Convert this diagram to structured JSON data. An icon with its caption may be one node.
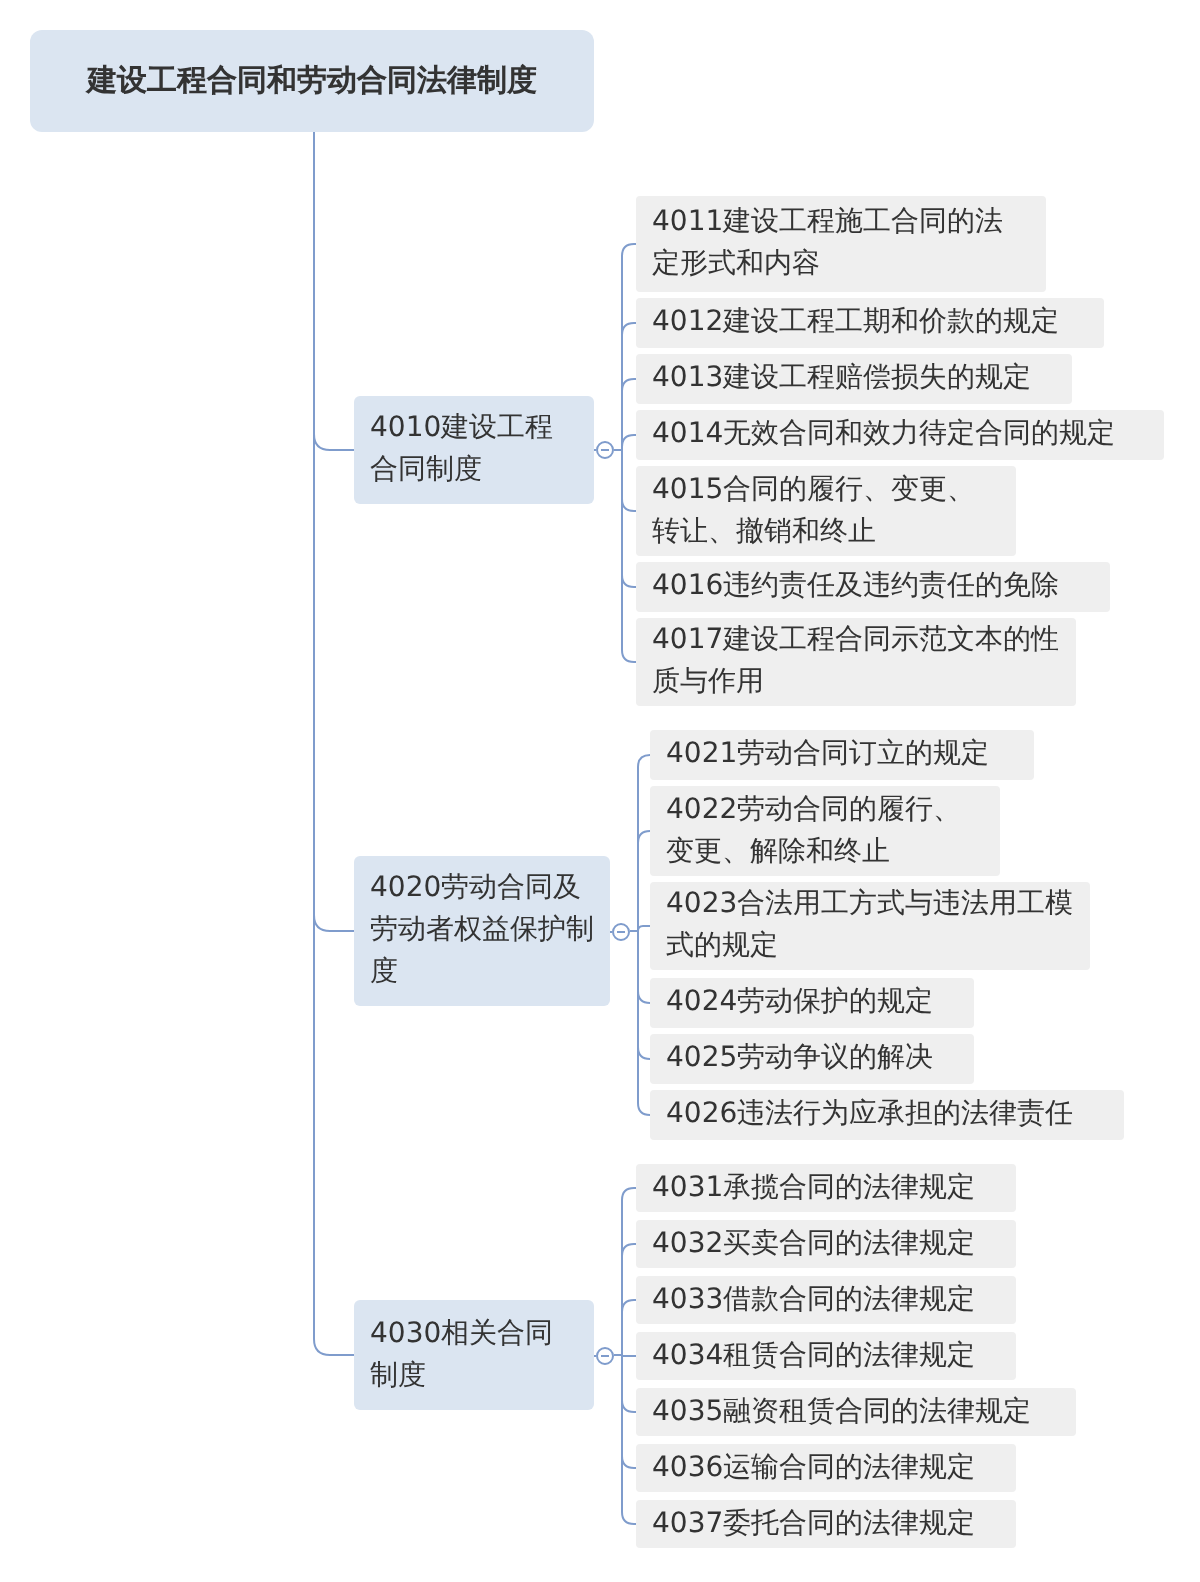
{
  "diagram": {
    "nodes": [
      {
        "text": [
          "建设工程合同和劳动合同法律制度"
        ]
      },
      {
        "text": [
          "4010建设工程合同制度"
        ]
      },
      {
        "text": [
          "4011建设工程施工合同的法定形式和内容"
        ]
      },
      {
        "text": [
          "4012建设工程工期和价款的规定"
        ]
      },
      {
        "text": [
          "4013建设工程赔偿损失的规定"
        ]
      },
      {
        "text": [
          "4014无效合同和效力待定合同的规定"
        ]
      },
      {
        "text": [
          "4015合同的履行、变更、转让、撤销和终止"
        ]
      },
      {
        "text": [
          "4016违约责任及违约责任的免除"
        ]
      },
      {
        "text": [
          "4017建设工程合同示范文本的性质与作用"
        ]
      },
      {
        "text": [
          "4020劳动合同及劳动者权益保护制度"
        ]
      },
      {
        "text": [
          "4021劳动合同订立的规定"
        ]
      },
      {
        "text": [
          "4022劳动合同的履行、变更、解除和终止"
        ]
      },
      {
        "text": [
          "4023合法用工方式与违法用工模式的规定"
        ]
      },
      {
        "text": [
          "4024劳动保护的规定"
        ]
      },
      {
        "text": [
          "4025劳动争议的解决"
        ]
      },
      {
        "text": [
          "4026违法行为应承担的法律责任"
        ]
      },
      {
        "text": [
          "4030相关合同制度"
        ]
      },
      {
        "text": [
          "4031承揽合同的法律规定"
        ]
      },
      {
        "text": [
          "4032买卖合同的法律规定"
        ]
      },
      {
        "text": [
          "4033借款合同的法律规定"
        ]
      },
      {
        "text": [
          "4034租赁合同的法律规定"
        ]
      },
      {
        "text": [
          "4035融资租赁合同的法律规定"
        ]
      },
      {
        "text": [
          "4036运输合同的法律规定"
        ]
      },
      {
        "text": [
          "4037委托合同的法律规定"
        ]
      }
    ],
    "edges": [
      {
        "from": 0,
        "to": 1,
        "arrow": "none"
      },
      {
        "from": 1,
        "to": 2,
        "arrow": "none"
      },
      {
        "from": 1,
        "to": 3,
        "arrow": "none"
      },
      {
        "from": 1,
        "to": 4,
        "arrow": "none"
      },
      {
        "from": 1,
        "to": 5,
        "arrow": "none"
      },
      {
        "from": 1,
        "to": 6,
        "arrow": "none"
      },
      {
        "from": 1,
        "to": 7,
        "arrow": "none"
      },
      {
        "from": 1,
        "to": 8,
        "arrow": "none"
      },
      {
        "from": 0,
        "to": 9,
        "arrow": "none"
      },
      {
        "from": 9,
        "to": 10,
        "arrow": "none"
      },
      {
        "from": 9,
        "to": 11,
        "arrow": "none"
      },
      {
        "from": 9,
        "to": 12,
        "arrow": "none"
      },
      {
        "from": 9,
        "to": 13,
        "arrow": "none"
      },
      {
        "from": 9,
        "to": 14,
        "arrow": "none"
      },
      {
        "from": 9,
        "to": 15,
        "arrow": "none"
      },
      {
        "from": 0,
        "to": 16,
        "arrow": "none"
      },
      {
        "from": 16,
        "to": 17,
        "arrow": "none"
      },
      {
        "from": 16,
        "to": 18,
        "arrow": "none"
      },
      {
        "from": 16,
        "to": 19,
        "arrow": "none"
      },
      {
        "from": 16,
        "to": 20,
        "arrow": "none"
      },
      {
        "from": 16,
        "to": 21,
        "arrow": "none"
      },
      {
        "from": 16,
        "to": 22,
        "arrow": "none"
      },
      {
        "from": 16,
        "to": 23,
        "arrow": "none"
      }
    ]
  }
}
